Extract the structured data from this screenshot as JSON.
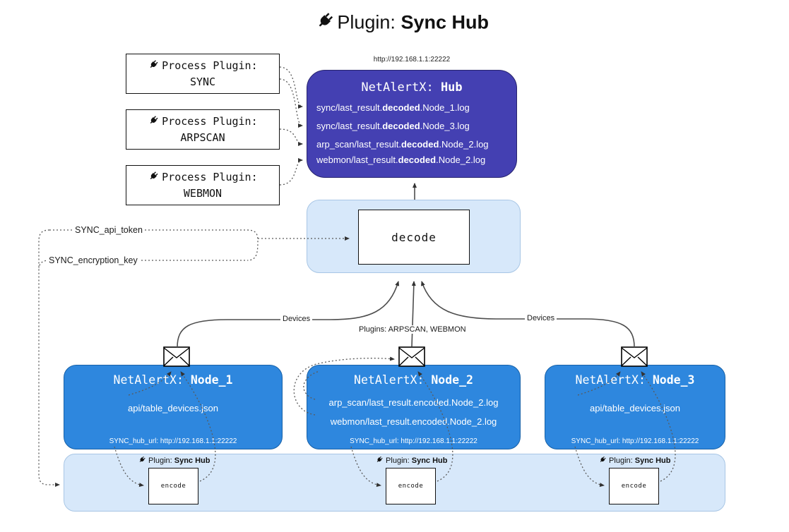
{
  "title": {
    "label": "Plugin:",
    "bold": "Sync Hub"
  },
  "process_plugins": {
    "heading": "Process Plugin:",
    "items": [
      {
        "name": "SYNC"
      },
      {
        "name": "ARPSCAN"
      },
      {
        "name": "WEBMON"
      }
    ]
  },
  "hub": {
    "url": "http://192.168.1.1:22222",
    "name": "NetAlertX:",
    "name_bold": "Hub",
    "logs": [
      {
        "pre": "sync/last_result.",
        "bold": "decoded",
        "post": ".Node_1.log"
      },
      {
        "pre": "sync/last_result.",
        "bold": "decoded",
        "post": ".Node_3.log"
      },
      {
        "pre": "arp_scan/last_result.",
        "bold": "decoded",
        "post": ".Node_2.log"
      },
      {
        "pre": "webmon/last_result.",
        "bold": "decoded",
        "post": ".Node_2.log"
      }
    ]
  },
  "decode": {
    "label": "decode"
  },
  "config": {
    "api_token": "SYNC_api_token",
    "encryption_key": "SYNC_encryption_key"
  },
  "edge_labels": {
    "left": "Devices",
    "center": "Plugins: ARPSCAN, WEBMON",
    "right": "Devices"
  },
  "nodes": [
    {
      "name": "NetAlertX:",
      "name_bold": "Node_1",
      "lines": [
        "api/table_devices.json"
      ],
      "footer": "SYNC_hub_url: http://192.168.1.1:22222"
    },
    {
      "name": "NetAlertX:",
      "name_bold": "Node_2",
      "lines": [
        "arp_scan/last_result.encoded.Node_2.log",
        "webmon/last_result.encoded.Node_2.log"
      ],
      "footer": "SYNC_hub_url: http://192.168.1.1:22222"
    },
    {
      "name": "NetAlertX:",
      "name_bold": "Node_3",
      "lines": [
        "api/table_devices.json"
      ],
      "footer": "SYNC_hub_url: http://192.168.1.1:22222"
    }
  ],
  "encoder": {
    "plugin_label": "Plugin:",
    "plugin_bold": "Sync Hub",
    "box_label": "encode"
  },
  "colors": {
    "hub_fill": "#4440b2",
    "hub_border": "#28246e",
    "node_fill": "#2e87de",
    "node_border": "#1761a8",
    "panel_fill": "#d7e8fa",
    "panel_border": "#a8c6e5"
  }
}
